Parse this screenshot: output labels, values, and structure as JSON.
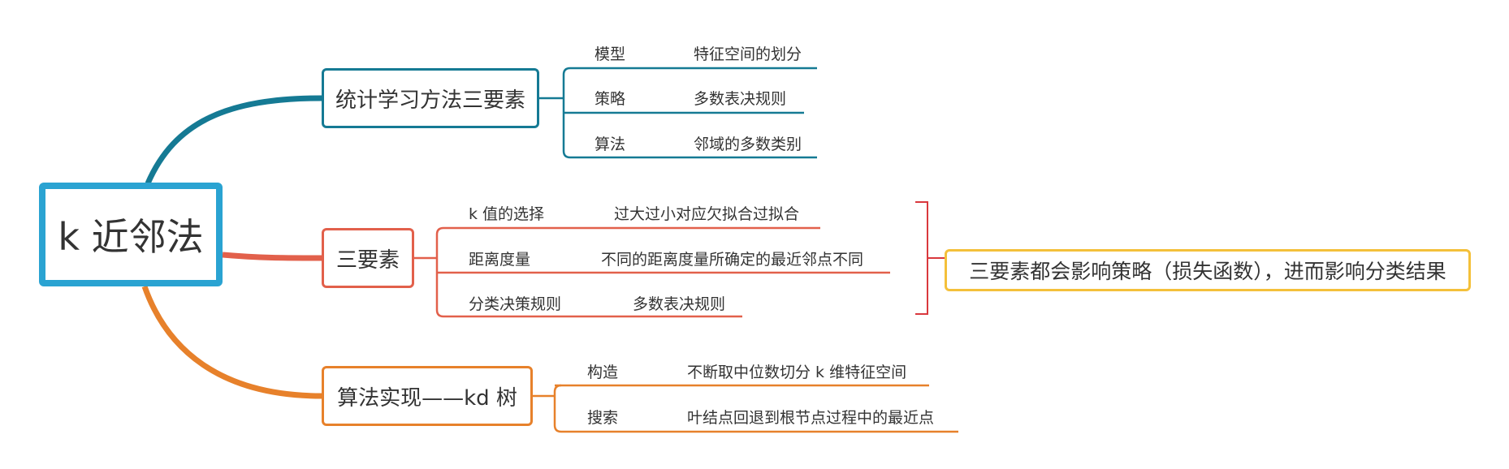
{
  "root": {
    "label": "k 近邻法"
  },
  "branches": [
    {
      "label": "统计学习方法三要素",
      "color": "#157a94",
      "items": [
        {
          "key": "模型",
          "value": "特征空间的划分"
        },
        {
          "key": "策略",
          "value": "多数表决规则"
        },
        {
          "key": "算法",
          "value": "邻域的多数类别"
        }
      ]
    },
    {
      "label": "三要素",
      "color": "#e2604b",
      "items": [
        {
          "key": "k 值的选择",
          "value": "过大过小对应欠拟合过拟合"
        },
        {
          "key": "距离度量",
          "value": "不同的距离度量所确定的最近邻点不同"
        },
        {
          "key": "分类决策规则",
          "value": "多数表决规则"
        }
      ],
      "summary": "三要素都会影响策略（损失函数），进而影响分类结果"
    },
    {
      "label": "算法实现——kd 树",
      "color": "#e7812b",
      "items": [
        {
          "key": "构造",
          "value": "不断取中位数切分 k 维特征空间"
        },
        {
          "key": "搜索",
          "value": "叶结点回退到根节点过程中的最近点"
        }
      ]
    }
  ],
  "colors": {
    "root_border": "#2aa3d2",
    "summary_border": "#f4c03a"
  }
}
